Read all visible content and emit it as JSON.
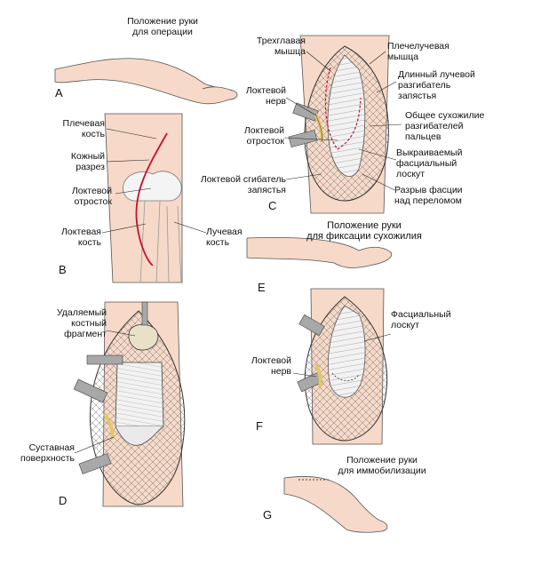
{
  "panels": {
    "A": {
      "letter": "A",
      "caption": "Положение руки\nдля операции"
    },
    "B": {
      "letter": "B",
      "labels": {
        "humerus": "Плечевая\nкость",
        "incision": "Кожный\nразрез",
        "olecranon": "Локтевой\nотросток",
        "ulna": "Локтевая\nкость",
        "radius": "Лучевая\nкость"
      }
    },
    "C": {
      "letter": "C",
      "labels": {
        "triceps": "Трехглавая\nмышца",
        "brachioradialis": "Плечелучевая\nмышца",
        "ecrl": "Длинный лучевой\nразгибатель\nзапястья",
        "ulnar_nerve": "Локтевой\nнерв",
        "common_extensor": "Общее сухожилие\nразгибателей\nпальцев",
        "olecranon": "Локтевой\nотросток",
        "fascial_flap": "Выкраиваемый\nфасциальный\nлоскут",
        "fcu": "Локтевой сгибатель\nзапястья",
        "fascia_tear": "Разрыв фасции\nнад переломом"
      }
    },
    "D": {
      "letter": "D",
      "labels": {
        "fragment": "Удаляемый\nкостный\nфрагмент",
        "articular": "Суставная\nповерхность"
      }
    },
    "E": {
      "letter": "E",
      "caption": "Положение руки\nдля фиксации сухожилия"
    },
    "F": {
      "letter": "F",
      "labels": {
        "fascial_flap": "Фасциальный\nлоскут",
        "ulnar_nerve": "Локтевой\nнерв"
      }
    },
    "G": {
      "letter": "G",
      "caption": "Положение руки\nдля иммобилизации"
    }
  },
  "colors": {
    "skin": "#f6d9c8",
    "skin_stroke": "#555555",
    "incision": "#c8102e",
    "tissue": "#e6e6e6",
    "retractor": "#a8a8a8",
    "nerve": "#e3c66a",
    "line": "#222222"
  }
}
